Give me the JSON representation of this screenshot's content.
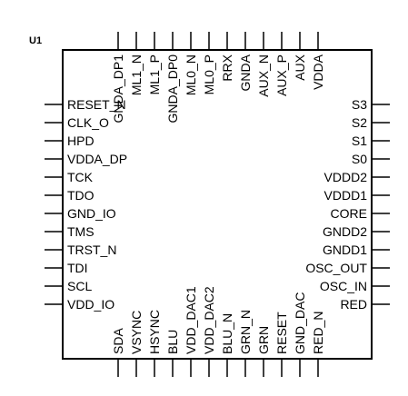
{
  "component": {
    "designator": "U1",
    "outline_color": "#000000",
    "pin_color": "#000000",
    "pins": {
      "left": [
        "RESET_N",
        "CLK_O",
        "HPD",
        "VDDA_DP",
        "TCK",
        "TDO",
        "GND_IO",
        "TMS",
        "TRST_N",
        "TDI",
        "SCL",
        "VDD_IO"
      ],
      "right": [
        "S3",
        "S2",
        "S1",
        "S0",
        "VDDD2",
        "VDDD1",
        "CORE",
        "GNDD2",
        "GNDD1",
        "OSC_OUT",
        "OSC_IN",
        "RED"
      ],
      "top": [
        "GNDA_DP1",
        "ML1_N",
        "ML1_P",
        "GNDA_DP0",
        "ML0_N",
        "ML0_P",
        "RRX",
        "GNDA",
        "AUX_N",
        "AUX_P",
        "AUX",
        "VDDA"
      ],
      "bottom": [
        "SDA",
        "VSYNC",
        "HSYNC",
        "BLU",
        "VDD_DAC1",
        "VDD_DAC2",
        "BLU_N",
        "GRN_N",
        "GRN",
        "RESET",
        "GND_DAC",
        "RED_N"
      ]
    }
  }
}
